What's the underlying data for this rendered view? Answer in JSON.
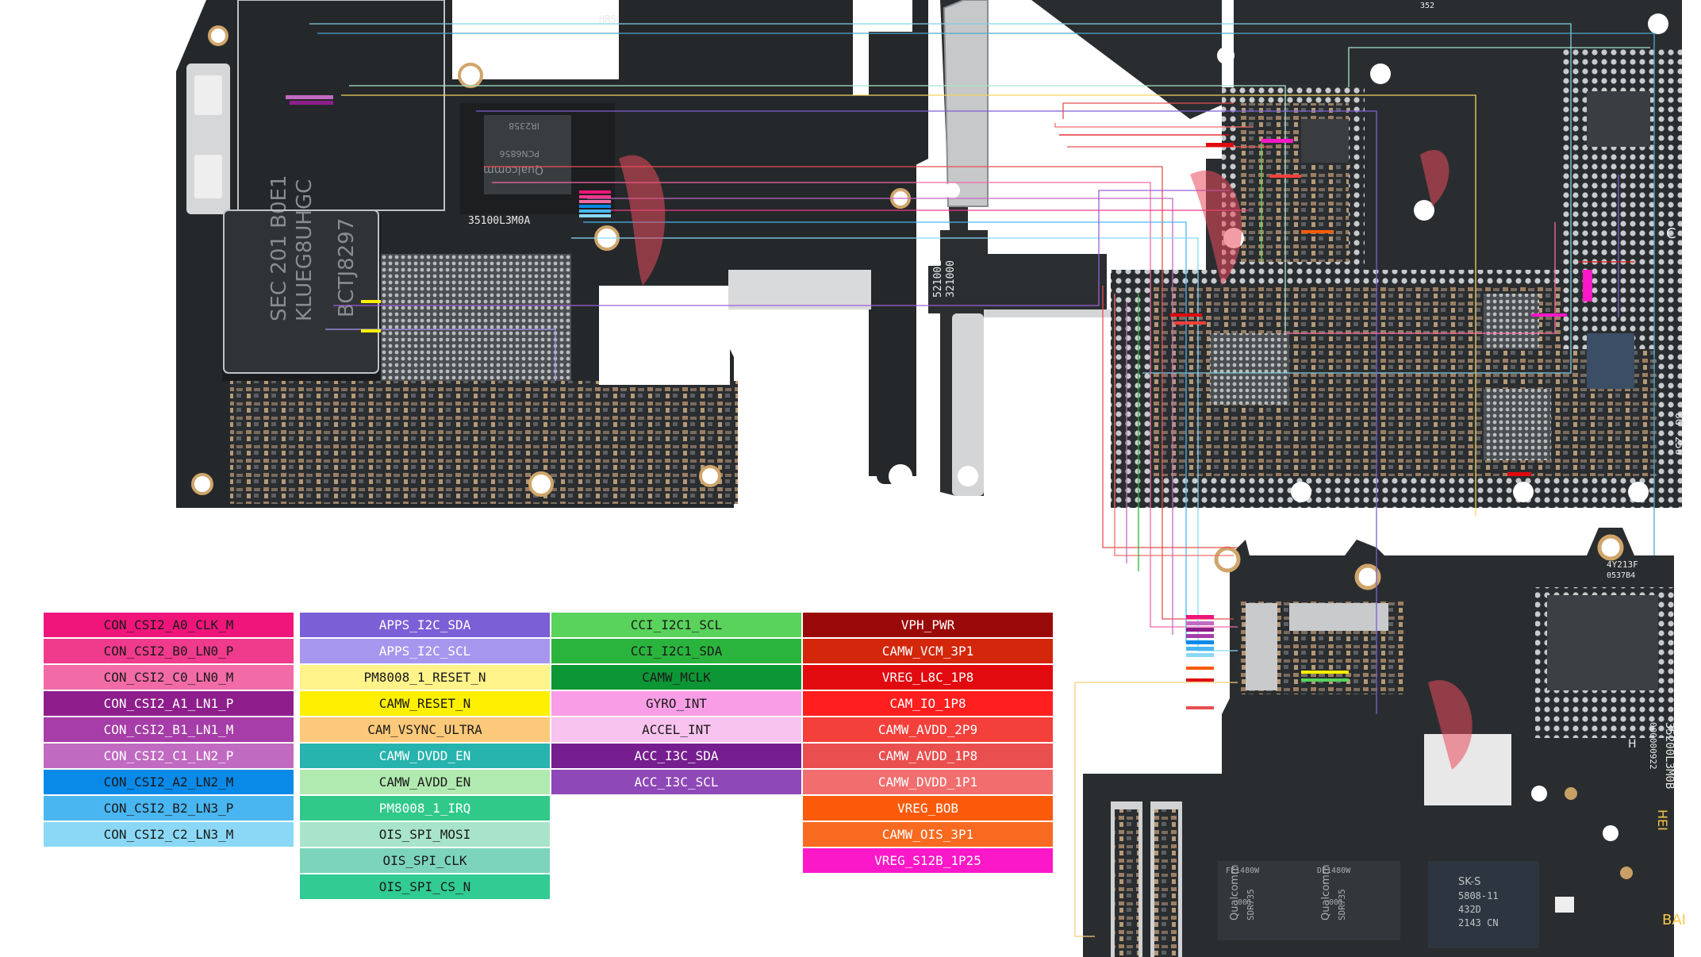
{
  "board_texts": {
    "chip_a": "SEC 201 B0E1",
    "chip_b": "KLUEG8UHGC",
    "chip_c": "BCTJ8297",
    "pmic_a": "Qualcomm",
    "pmic_a2": "PCN6856",
    "pmic_a3": "IR2358",
    "board_code_a": "35100L3M0A",
    "board_code_b": "352",
    "board_code_c": "52100L",
    "board_code_d": "321000",
    "board_code_e": "HRS",
    "board_code_f": "201",
    "board_code_g": "35200L3M0B",
    "board_code_h": "000000922",
    "board_code_i": "HEI",
    "board_code_j": "8G",
    "board_code_k": "256",
    "board_code_l": "4Y213F",
    "board_code_m": "0537B4",
    "chip_skhynix": "SK-S",
    "chip_skhynix2": "5808-11",
    "chip_skhynix3": "432D",
    "chip_skhynix4": "2143 CN",
    "chip_qc_b": "Qualcomm",
    "chip_qc_c": "Qualcomm",
    "chip_qc_b2": "SDR735",
    "chip_qc_c2": "SDR735",
    "chip_qc_b3": "FE1480W",
    "chip_qc_c3": "DE1480W",
    "label_h": "H",
    "label_bai": "BAI",
    "label_c": "C",
    "label_001": "001",
    "label_001b": "001"
  },
  "legend": [
    [
      {
        "label": "CON_CSI2_A0_CLK_M",
        "bg": "#f0157a",
        "fg": "#1a1a1a"
      },
      {
        "label": "CON_CSI2_B0_LN0_P",
        "bg": "#f03a8c",
        "fg": "#1a1a1a"
      },
      {
        "label": "CON_CSI2_C0_LN0_M",
        "bg": "#f26ba6",
        "fg": "#1a1a1a"
      },
      {
        "label": "CON_CSI2_A1_LN1_P",
        "bg": "#8e1e8c",
        "fg": "#ffffff"
      },
      {
        "label": "CON_CSI2_B1_LN1_M",
        "bg": "#a63da8",
        "fg": "#ffffff"
      },
      {
        "label": "CON_CSI2_C1_LN2_P",
        "bg": "#c16ac2",
        "fg": "#ffffff"
      },
      {
        "label": "CON_CSI2_A2_LN2_M",
        "bg": "#0a8ae8",
        "fg": "#1a1a1a"
      },
      {
        "label": "CON_CSI2_B2_LN3_P",
        "bg": "#49b6f1",
        "fg": "#1a1a1a"
      },
      {
        "label": "CON_CSI2_C2_LN3_M",
        "bg": "#8ad8f6",
        "fg": "#1a1a1a"
      }
    ],
    [
      {
        "label": "APPS_I2C_SDA",
        "bg": "#7b5fd6",
        "fg": "#ffffff"
      },
      {
        "label": "APPS_I2C_SCL",
        "bg": "#a796ee",
        "fg": "#ffffff"
      },
      {
        "label": "PM8008_1_RESET_N",
        "bg": "#fff38a",
        "fg": "#1a1a1a"
      },
      {
        "label": "CAMW_RESET_N",
        "bg": "#fff000",
        "fg": "#1a1a1a"
      },
      {
        "label": "CAM_VSYNC_ULTRA",
        "bg": "#fcc97a",
        "fg": "#1a1a1a"
      },
      {
        "label": "CAMW_DVDD_EN",
        "bg": "#27b3ae",
        "fg": "#ffffff"
      },
      {
        "label": "CAMW_AVDD_EN",
        "bg": "#b1eab0",
        "fg": "#1a1a1a"
      },
      {
        "label": "PM8008_1_IRQ",
        "bg": "#30c98a",
        "fg": "#ffffff"
      },
      {
        "label": "OIS_SPI_MOSI",
        "bg": "#a8e4cb",
        "fg": "#1a1a1a"
      },
      {
        "label": "OIS_SPI_CLK",
        "bg": "#7cd4bb",
        "fg": "#1a1a1a"
      },
      {
        "label": "OIS_SPI_CS_N",
        "bg": "#31cb94",
        "fg": "#1a1a1a"
      }
    ],
    [
      {
        "label": "CCI_I2C1_SCL",
        "bg": "#59d35b",
        "fg": "#1a1a1a"
      },
      {
        "label": "CCI_I2C1_SDA",
        "bg": "#2ab43e",
        "fg": "#1a1a1a"
      },
      {
        "label": "CAMW_MCLK",
        "bg": "#0d9636",
        "fg": "#1a1a1a"
      },
      {
        "label": "GYRO_INT",
        "bg": "#f99ee6",
        "fg": "#1a1a1a"
      },
      {
        "label": "ACCEL_INT",
        "bg": "#f8c3ee",
        "fg": "#1a1a1a"
      },
      {
        "label": "ACC_I3C_SDA",
        "bg": "#761e8f",
        "fg": "#ffffff"
      },
      {
        "label": "ACC_I3C_SCL",
        "bg": "#8f48b7",
        "fg": "#ffffff"
      }
    ],
    [
      {
        "label": "VPH_PWR",
        "bg": "#9b0a0a",
        "fg": "#ffffff"
      },
      {
        "label": "CAMW_VCM_3P1",
        "bg": "#d3260b",
        "fg": "#ffffff"
      },
      {
        "label": "VREG_L8C_1P8",
        "bg": "#e10a0f",
        "fg": "#ffffff"
      },
      {
        "label": "CAM_IO_1P8",
        "bg": "#ff1f1f",
        "fg": "#ffffff"
      },
      {
        "label": "CAMW_AVDD_2P9",
        "bg": "#f4403b",
        "fg": "#ffffff"
      },
      {
        "label": "CAMW_AVDD_1P8",
        "bg": "#ea4f4f",
        "fg": "#ffffff"
      },
      {
        "label": "CAMW_DVDD_1P1",
        "bg": "#f26e6e",
        "fg": "#ffffff"
      },
      {
        "label": "VREG_BOB",
        "bg": "#fb5a0a",
        "fg": "#ffffff"
      },
      {
        "label": "CAMW_OIS_3P1",
        "bg": "#f86a20",
        "fg": "#ffffff"
      },
      {
        "label": "VREG_S12B_1P25",
        "bg": "#fb18c8",
        "fg": "#ffffff"
      }
    ]
  ]
}
